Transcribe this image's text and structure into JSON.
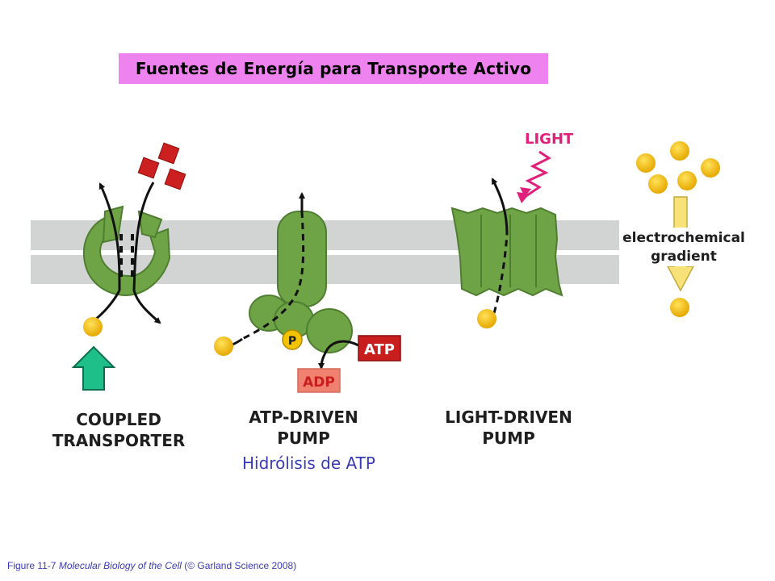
{
  "title": "Fuentes de Energía para Transporte Activo",
  "labels": {
    "coupled_line1": "COUPLED",
    "coupled_line2": "TRANSPORTER",
    "atp_line1": "ATP-DRIVEN",
    "atp_line2": "PUMP",
    "light_line1": "LIGHT-DRIVEN",
    "light_line2": "PUMP",
    "light": "LIGHT",
    "atp": "ATP",
    "adp": "ADP",
    "phosphate": "P",
    "gradient_line1": "electrochemical",
    "gradient_line2": "gradient"
  },
  "subtitle": "Hidrólisis de ATP",
  "caption": {
    "figure": "Figure 11-7",
    "book": "Molecular Biology of the Cell",
    "publisher": "(© Garland Science 2008)"
  },
  "colors": {
    "title_bg": "#ee82ee",
    "membrane": "#d2d4d4",
    "protein": "#6ea446",
    "solute": "#f5c400",
    "red_cube": "#cc1f1f",
    "atp_box": "#c81e1e",
    "adp_box": "#f08070",
    "light_color": "#e0207a",
    "gradient_arrow": "#f7e27a",
    "up_arrow": "#1fbf8a",
    "subtitle_text": "#3a3ab8"
  }
}
